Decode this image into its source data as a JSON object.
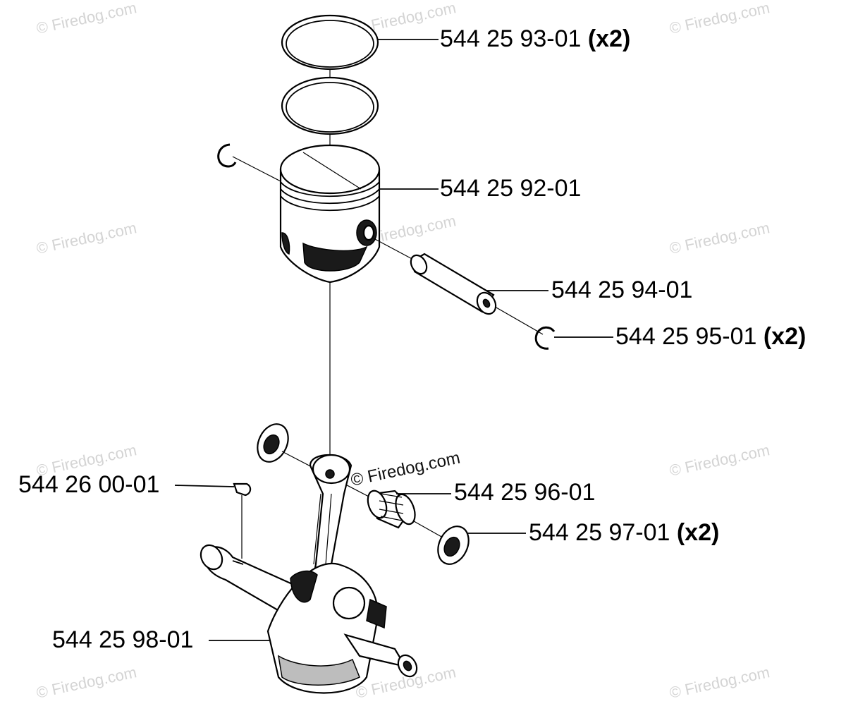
{
  "watermark": {
    "text": "© Firedog.com",
    "center_text": "© Firedog.com"
  },
  "callouts": {
    "ring": {
      "part_number": "544 25 93-01",
      "qty": "(x2)"
    },
    "piston": {
      "part_number": "544 25 92-01"
    },
    "pin": {
      "part_number": "544 25 94-01"
    },
    "circlip": {
      "part_number": "544 25 95-01",
      "qty": "(x2)"
    },
    "key": {
      "part_number": "544 26 00-01"
    },
    "bearing": {
      "part_number": "544 25 96-01"
    },
    "washer": {
      "part_number": "544 25 97-01",
      "qty": "(x2)"
    },
    "crankshaft": {
      "part_number": "544 25 98-01"
    }
  }
}
